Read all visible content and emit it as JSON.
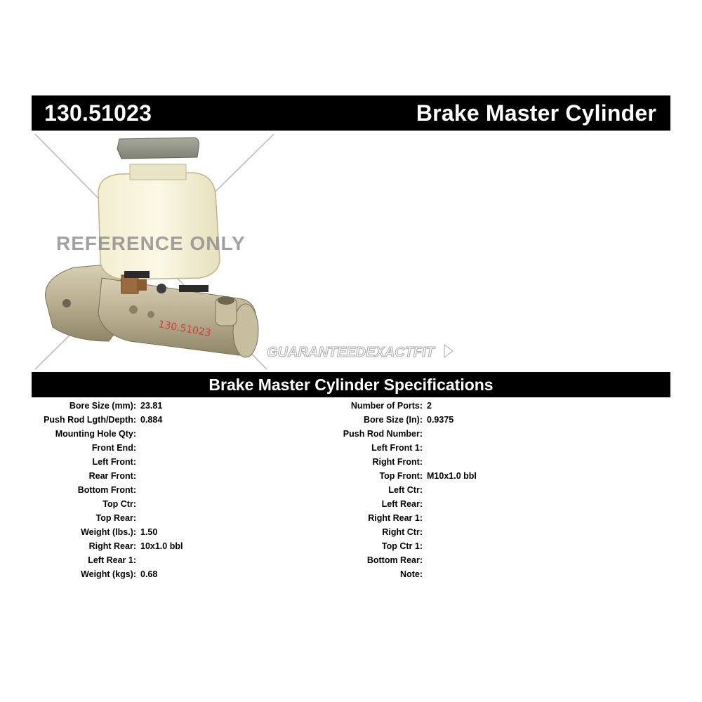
{
  "header": {
    "part_number": "130.51023",
    "title": "Brake Master Cylinder"
  },
  "image": {
    "watermark_reference": "REFERENCE ONLY",
    "watermark_brand": "GUARANTEEDEXACTFIT",
    "handwriting": "130.51023"
  },
  "specs": {
    "heading": "Brake Master Cylinder Specifications",
    "left": [
      {
        "label": "Bore Size (mm):",
        "value": "23.81"
      },
      {
        "label": "Push Rod Lgth/Depth:",
        "value": "0.884"
      },
      {
        "label": "Mounting Hole Qty:",
        "value": ""
      },
      {
        "label": "Front End:",
        "value": ""
      },
      {
        "label": "Left Front:",
        "value": ""
      },
      {
        "label": "Rear Front:",
        "value": ""
      },
      {
        "label": "Bottom Front:",
        "value": ""
      },
      {
        "label": "Top Ctr:",
        "value": ""
      },
      {
        "label": "Top Rear:",
        "value": ""
      },
      {
        "label": "Weight (lbs.):",
        "value": "1.50"
      },
      {
        "label": "Right Rear:",
        "value": "10x1.0 bbl"
      },
      {
        "label": "Left Rear 1:",
        "value": ""
      },
      {
        "label": "Weight (kgs):",
        "value": "0.68"
      }
    ],
    "right": [
      {
        "label": "Number of Ports:",
        "value": "2"
      },
      {
        "label": "Bore Size (In):",
        "value": "0.9375"
      },
      {
        "label": "Push Rod Number:",
        "value": ""
      },
      {
        "label": "Left Front 1:",
        "value": ""
      },
      {
        "label": "Right Front:",
        "value": ""
      },
      {
        "label": "Top Front:",
        "value": "M10x1.0 bbl"
      },
      {
        "label": "Left Ctr:",
        "value": ""
      },
      {
        "label": "Left Rear:",
        "value": ""
      },
      {
        "label": "Right Rear 1:",
        "value": ""
      },
      {
        "label": "Right Ctr:",
        "value": ""
      },
      {
        "label": "Top Ctr 1:",
        "value": ""
      },
      {
        "label": "Bottom Rear:",
        "value": ""
      },
      {
        "label": "Note:",
        "value": ""
      }
    ]
  }
}
